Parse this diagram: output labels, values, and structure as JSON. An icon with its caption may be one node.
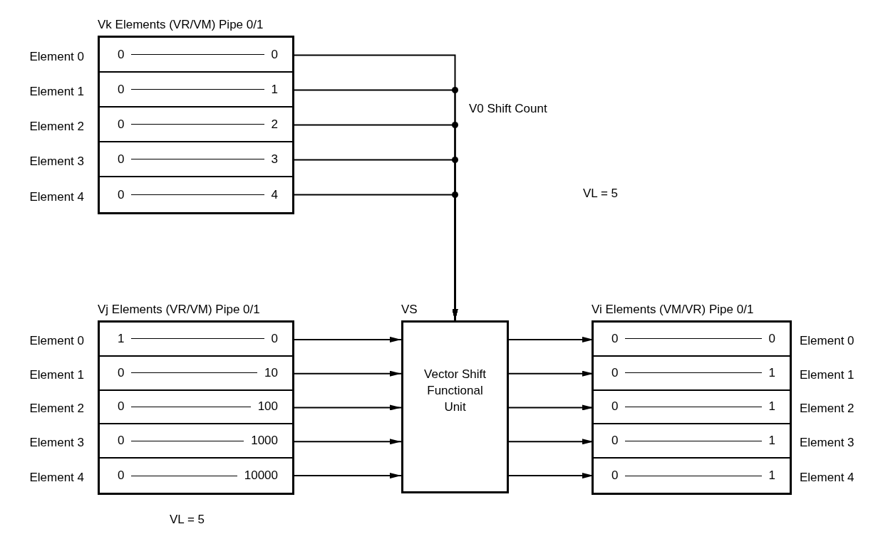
{
  "diagram": {
    "nodes": [
      {
        "text": [
          "Vk Elements (VR/VM) Pipe 0/1"
        ]
      },
      {
        "text": [
          "0",
          "0"
        ],
        "in": 0,
        "beside": [
          "Element 0"
        ]
      },
      {
        "text": [
          "0",
          "1"
        ],
        "in": 0,
        "beside": [
          "Element 1"
        ]
      },
      {
        "text": [
          "0",
          "2"
        ],
        "in": 0,
        "beside": [
          "Element 2"
        ]
      },
      {
        "text": [
          "0",
          "3"
        ],
        "in": 0,
        "beside": [
          "Element 3"
        ]
      },
      {
        "text": [
          "0",
          "4"
        ],
        "in": 0,
        "beside": [
          "Element 4"
        ]
      },
      {
        "text": [
          "Vj Elements (VR/VM) Pipe 0/1"
        ]
      },
      {
        "text": [
          "1",
          "0"
        ],
        "in": 6,
        "beside": [
          "Element 0"
        ]
      },
      {
        "text": [
          "0",
          "10"
        ],
        "in": 6,
        "beside": [
          "Element 1"
        ]
      },
      {
        "text": [
          "0",
          "100"
        ],
        "in": 6,
        "beside": [
          "Element 2"
        ]
      },
      {
        "text": [
          "0",
          "1000"
        ],
        "in": 6,
        "beside": [
          "Element 3"
        ]
      },
      {
        "text": [
          "0",
          "10000"
        ],
        "in": 6,
        "beside": [
          "Element 4"
        ]
      },
      {
        "text": [
          "VS",
          "Vector Shift Functional Unit"
        ]
      },
      {
        "text": [
          "Vi Elements (VM/VR) Pipe 0/1"
        ]
      },
      {
        "text": [
          "0",
          "0"
        ],
        "in": 13,
        "beside": [
          "Element 0"
        ]
      },
      {
        "text": [
          "0",
          "1"
        ],
        "in": 13,
        "beside": [
          "Element 1"
        ]
      },
      {
        "text": [
          "0",
          "1"
        ],
        "in": 13,
        "beside": [
          "Element 2"
        ]
      },
      {
        "text": [
          "0",
          "1"
        ],
        "in": 13,
        "beside": [
          "Element 3"
        ]
      },
      {
        "text": [
          "0",
          "1"
        ],
        "in": 13,
        "beside": [
          "Element 4"
        ]
      }
    ],
    "edges": [
      {
        "from": 1,
        "to": 12,
        "arrow": "to"
      },
      {
        "from": 2,
        "to": 12,
        "arrow": "to"
      },
      {
        "from": 3,
        "to": 12,
        "arrow": "to"
      },
      {
        "from": 4,
        "to": 12,
        "arrow": "to"
      },
      {
        "from": 5,
        "to": 12,
        "arrow": "to"
      },
      {
        "from": 7,
        "to": 12,
        "arrow": "to"
      },
      {
        "from": 8,
        "to": 12,
        "arrow": "to"
      },
      {
        "from": 9,
        "to": 12,
        "arrow": "to"
      },
      {
        "from": 10,
        "to": 12,
        "arrow": "to"
      },
      {
        "from": 11,
        "to": 12,
        "arrow": "to"
      },
      {
        "from": 12,
        "to": 14,
        "arrow": "to"
      },
      {
        "from": 12,
        "to": 15,
        "arrow": "to"
      },
      {
        "from": 12,
        "to": 16,
        "arrow": "to"
      },
      {
        "from": 12,
        "to": 17,
        "arrow": "to"
      },
      {
        "from": 12,
        "to": 18,
        "arrow": "to"
      }
    ],
    "labels": [
      "V0 Shift Count",
      "VL = 5",
      "VL = 5"
    ]
  }
}
